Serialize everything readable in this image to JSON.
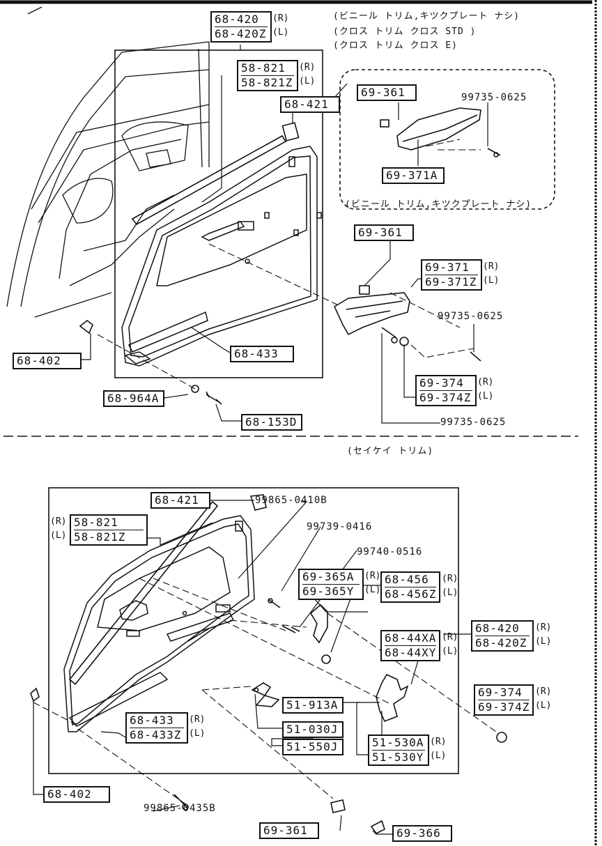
{
  "notes": {
    "top_1": "(ビニール トリム,キツクプレート ナシ)",
    "top_2": "(クロス トリム クロス STD )",
    "top_3": "(クロス トリム クロス E)",
    "inset": "(ビニール トリム,キツクプレート ナシ)",
    "section2": "(セイケイ トリム)"
  },
  "side": {
    "R": "(R)",
    "L": "(L)"
  },
  "top_parts": {
    "p68_420": [
      "68-420",
      "68-420Z"
    ],
    "p58_821": [
      "58-821",
      "58-821Z"
    ],
    "p68_421": "68-421",
    "p69_361_inset": "69-361",
    "p99735_inset": "99735-0625",
    "p69_371A": "69-371A",
    "p69_361": "69-361",
    "p69_371": [
      "69-371",
      "69-371Z"
    ],
    "p99735_a": "99735-0625",
    "p68_402": "68-402",
    "p68_433": "68-433",
    "p69_374": [
      "69-374",
      "69-374Z"
    ],
    "p68_964A": "68-964A",
    "p68_153D": "68-153D",
    "p99735_b": "99735-0625"
  },
  "bottom_parts": {
    "p68_421": "68-421",
    "p58_821": [
      "58-821",
      "58-821Z"
    ],
    "p99865_0410": "99865-0410B",
    "p99739": "99739-0416",
    "p99740": "99740-0516",
    "p69_365": [
      "69-365A",
      "69-365Y"
    ],
    "p68_456": [
      "68-456",
      "68-456Z"
    ],
    "p68_44X": [
      "68-44XA",
      "68-44XY"
    ],
    "p68_420": [
      "68-420",
      "68-420Z"
    ],
    "p51_913A": "51-913A",
    "p51_030J": "51-030J",
    "p51_550J": "51-550J",
    "p51_530": [
      "51-530A",
      "51-530Y"
    ],
    "p68_433": [
      "68-433",
      "68-433Z"
    ],
    "p69_374": [
      "69-374",
      "69-374Z"
    ],
    "p68_402": "68-402",
    "p99865_0435": "99865-0435B",
    "p69_361": "69-361",
    "p69_366": "69-366"
  }
}
